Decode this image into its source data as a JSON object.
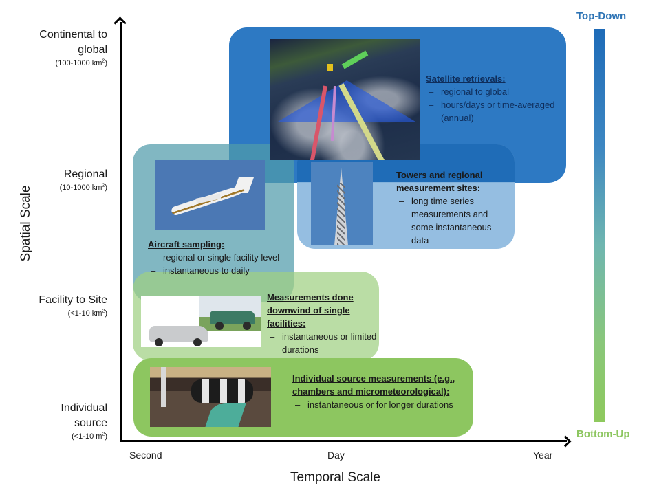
{
  "axes": {
    "y_title": "Spatial Scale",
    "x_title": "Temporal Scale",
    "y_categories": [
      {
        "label_line1": "Continental to",
        "label_line2": "global",
        "unit_base": "(100-1000  km",
        "unit_sup": "2",
        "unit_end": ")"
      },
      {
        "label_line1": "Regional",
        "label_line2": "",
        "unit_base": "(10-1000  km",
        "unit_sup": "2",
        "unit_end": ")"
      },
      {
        "label_line1": "Facility to Site",
        "label_line2": "",
        "unit_base": "(<1-10 km",
        "unit_sup": "2",
        "unit_end": ")"
      },
      {
        "label_line1": "Individual",
        "label_line2": "source",
        "unit_base": "(<1-10 m",
        "unit_sup": "2",
        "unit_end": ")"
      }
    ],
    "x_ticks": [
      "Second",
      "Day",
      "Year"
    ]
  },
  "methods": {
    "satellite": {
      "title": "Satellite retrievals:",
      "bullets": [
        "regional to global",
        "hours/days or time-averaged (annual)"
      ],
      "image": "satellite-earth-orbit-photo",
      "color": "#2d79c3"
    },
    "towers": {
      "title": "Towers and regional measurement sites:",
      "bullets": [
        "long time series measurements and some instantaneous data"
      ],
      "image": "tower-photo",
      "color": "#8cb8de"
    },
    "aircraft": {
      "title": "Aircraft sampling:",
      "bullets": [
        "regional or single facility level",
        "instantaneous to daily"
      ],
      "image": "aircraft-photo",
      "color": "#509baa"
    },
    "facility": {
      "title": "Measurements done downwind of single facilities:",
      "bullets": [
        "instantaneous or limited durations"
      ],
      "image": "mobile-vehicles-photo",
      "color": "#a0d082"
    },
    "individual": {
      "title": "Individual source measurements (e.g., chambers and micrometeorological):",
      "bullets": [
        "instantaneous or for longer durations"
      ],
      "image": "livestock-barn-photo",
      "color": "#8dc660"
    }
  },
  "approach_scale": {
    "top_label": "Top-Down",
    "bottom_label": "Bottom-Up",
    "top_color": "#2e74b5",
    "bottom_color": "#8dc660"
  }
}
